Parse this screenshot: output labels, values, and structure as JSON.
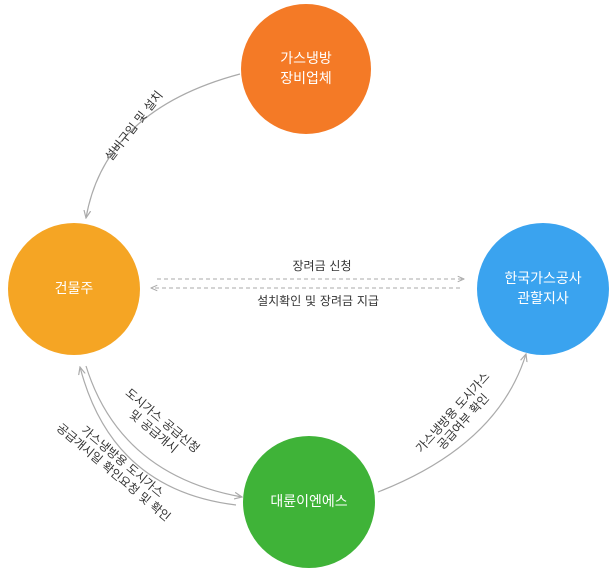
{
  "nodes": {
    "supplier": {
      "lines": [
        "가스냉방",
        "장비업체"
      ],
      "color": "#f47a26"
    },
    "owner": {
      "lines": [
        "건물주"
      ],
      "color": "#f5a524"
    },
    "kgs": {
      "lines": [
        "한국가스공사",
        "관할지사"
      ],
      "color": "#3aa3ef"
    },
    "daeryun": {
      "lines": [
        "대륜이엔에스"
      ],
      "color": "#3fb338"
    }
  },
  "edges": {
    "supplier_to_owner": "설비구입 및 설치",
    "owner_to_kgs": "장려금 신청",
    "kgs_to_owner": "설치확인 및 장려금 지급",
    "owner_to_daeryun": [
      "도시가스 공급신청",
      "및 공급개시"
    ],
    "daeryun_to_owner": [
      "가스냉방용 도시가스",
      "공급개시일 확인요청 및 확인"
    ],
    "daeryun_to_kgs": [
      "가스냉방용 도시가스",
      "공급여부 확인"
    ]
  }
}
